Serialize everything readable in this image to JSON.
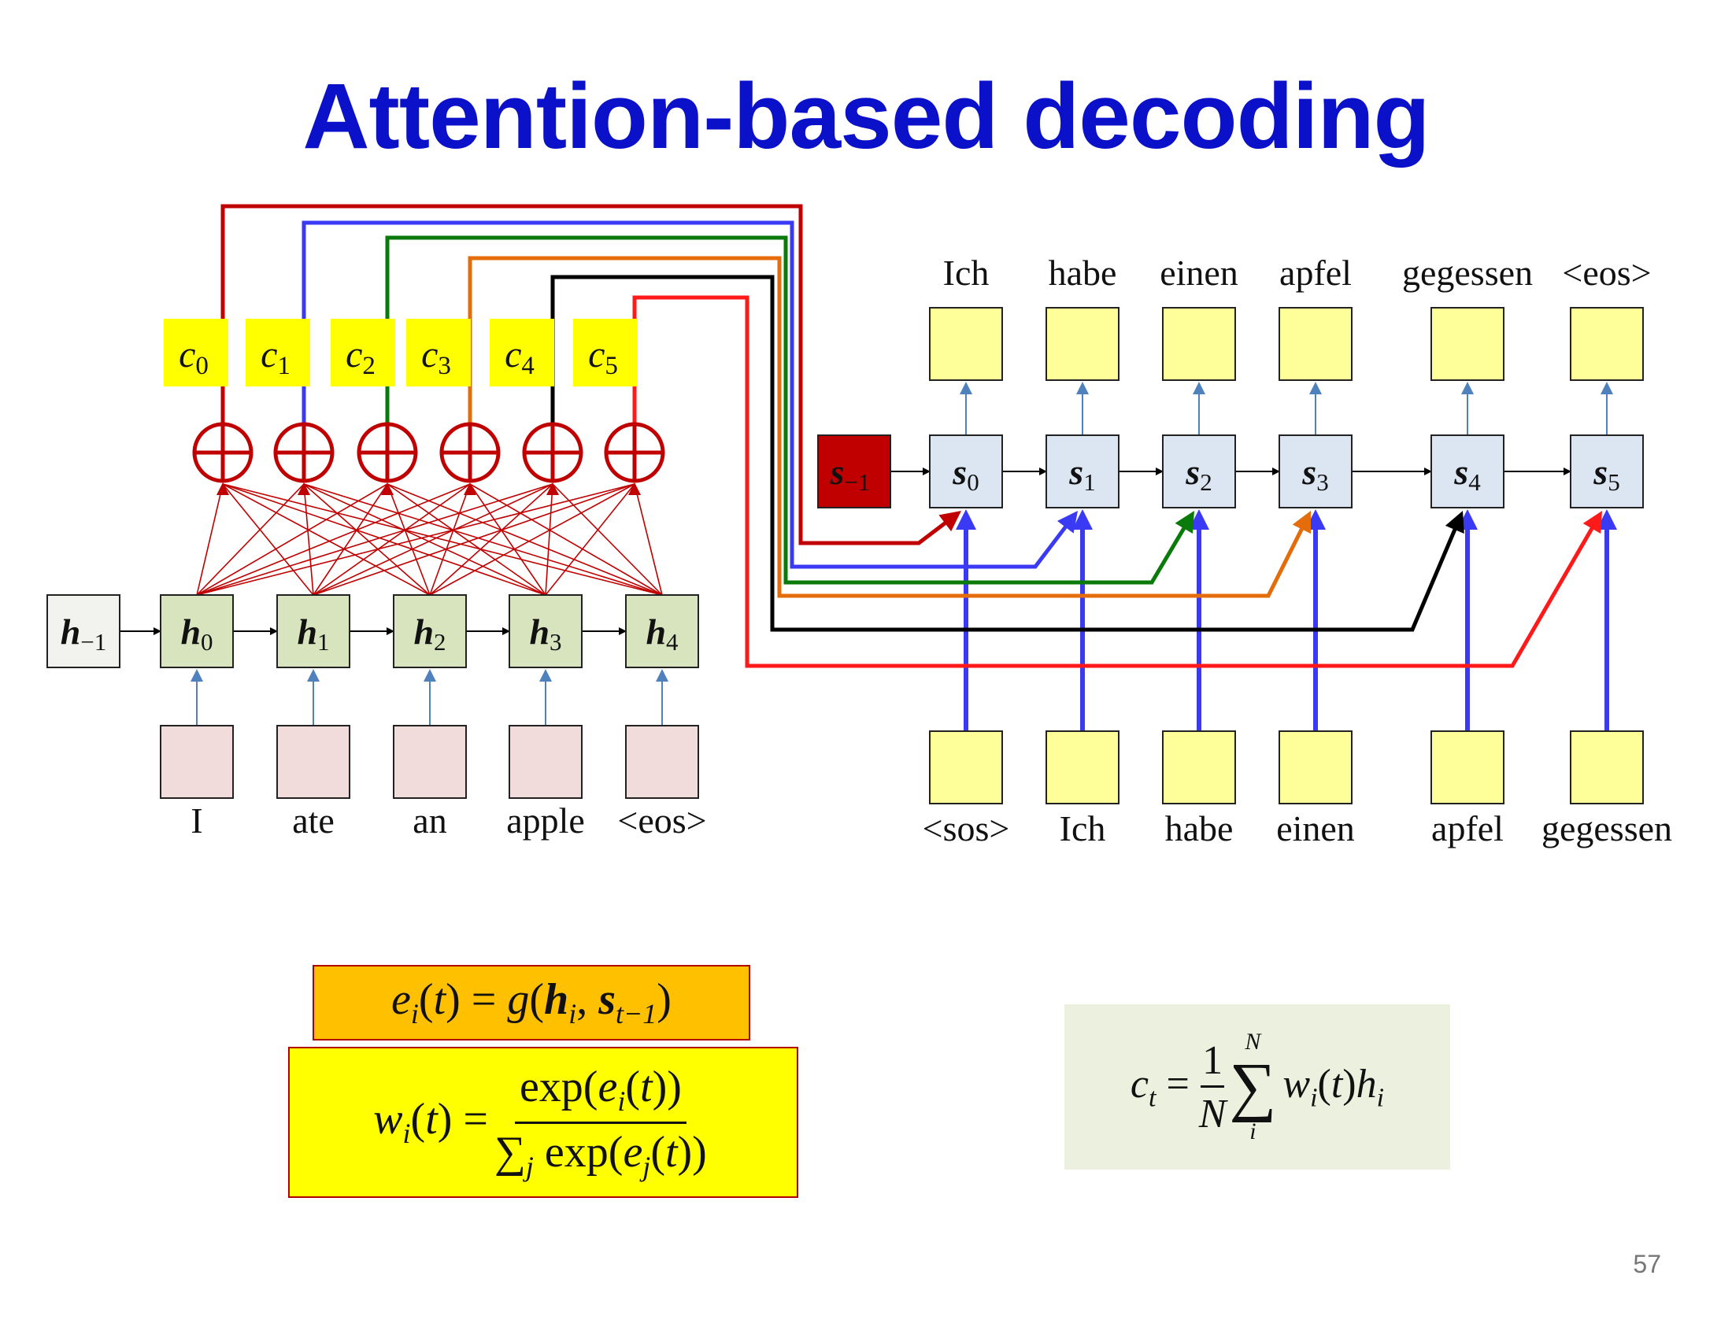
{
  "title": "Attention-based decoding",
  "page_number": "57",
  "context_labels": [
    "c0",
    "c1",
    "c2",
    "c3",
    "c4",
    "c5"
  ],
  "encoder": {
    "initial_state": "h",
    "initial_state_sub": "−1",
    "states": [
      "h",
      "h",
      "h",
      "h",
      "h"
    ],
    "state_subs": [
      "0",
      "1",
      "2",
      "3",
      "4"
    ],
    "input_words": [
      "I",
      "ate",
      "an",
      "apple",
      "<eos>"
    ]
  },
  "decoder": {
    "initial_state": "s",
    "initial_state_sub": "−1",
    "states": [
      "s",
      "s",
      "s",
      "s",
      "s",
      "s"
    ],
    "state_subs": [
      "0",
      "1",
      "2",
      "3",
      "4",
      "5"
    ],
    "output_words": [
      "Ich",
      "habe",
      "einen",
      "apfel",
      "gegessen",
      "<eos>"
    ],
    "input_words": [
      "<sos>",
      "Ich",
      "habe",
      "einen",
      "apfel",
      "gegessen"
    ]
  },
  "colors": {
    "title": "#0b10c9",
    "encoder_box": "#d7e4bd",
    "decoder_box": "#dce6f2",
    "input_box": "#f2dcdb",
    "word_box": "#ffff99",
    "context_label_bg": "#ffff00",
    "initial_decoder_box": "#c00000",
    "attention_lines": "#c00000",
    "context_lines": [
      "#c00000",
      "#3a3af5",
      "#0a7a0a",
      "#e46c0a",
      "#000000",
      "#ff1a1a"
    ],
    "equation1_bg": "#ffc000",
    "equation2_bg": "#ffff00",
    "equation3_bg": "#ebf1de"
  },
  "equations": {
    "energy": "eᵢ(t) = g(hᵢ, sₜ₋₁)",
    "weight": "wᵢ(t) = exp(eᵢ(t)) / ∑ⱼ exp(eⱼ(t))",
    "context": "cₜ = (1/N) ∑ᵢᴺ wᵢ(t)hᵢ"
  }
}
